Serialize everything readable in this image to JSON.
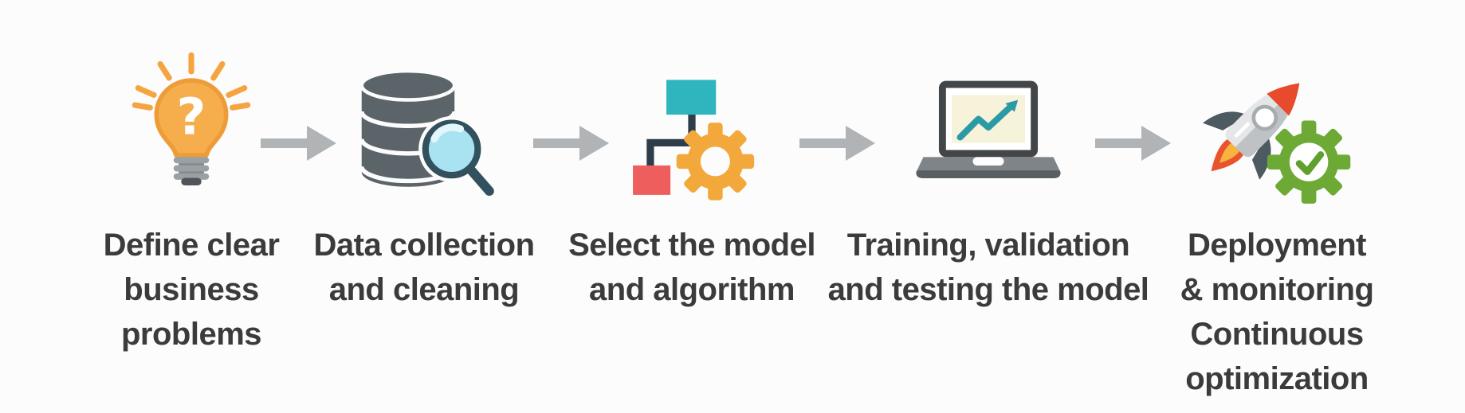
{
  "diagram_type": "process-flow",
  "background": "#fcfcfc",
  "text_color": "#3b3b3b",
  "steps": [
    {
      "icon": "lightbulb-question-icon",
      "label": "Define clear business problems",
      "lines": [
        "Define clear",
        "business",
        "problems"
      ]
    },
    {
      "icon": "database-search-icon",
      "label": "Data collection and cleaning",
      "lines": [
        "Data collection",
        "and cleaning"
      ]
    },
    {
      "icon": "flowchart-gear-icon",
      "label": "Select the model and algorithm",
      "lines": [
        "Select the model",
        "and algorithm"
      ]
    },
    {
      "icon": "laptop-chart-icon",
      "label": "Training, validation and testing the model",
      "lines": [
        "Training, validation",
        "and testing the model"
      ]
    },
    {
      "icon": "rocket-gear-check-icon",
      "label": "Deployment & monitoring Continuous optimization",
      "lines": [
        "Deployment",
        "& monitoring",
        "Continuous",
        "optimization"
      ]
    }
  ],
  "arrows": {
    "count": 4,
    "direction": "right",
    "color": "#b1b4b6"
  },
  "colors": {
    "bulb_fill": "#f6ae4d",
    "bulb_outline": "#ee9c38",
    "bulb_rays": "#f5a440",
    "bulb_base": "#9aa1a5",
    "bulb_cap": "#4f555a",
    "database_body": "#5b6468",
    "magnifier_ring": "#33505e",
    "magnifier_lens": "#a9e3f1",
    "flow_box_teal": "#2fb5bd",
    "flow_box_red": "#ee5e5c",
    "flow_connector": "#2e3d49",
    "gear_orange": "#f3a83b",
    "laptop_frame": "#424649",
    "laptop_screen": "#ffffff",
    "chart_background": "#f7f3da",
    "chart_line_teal": "#2a9aa5",
    "laptop_base": "#7f8488",
    "laptop_base_dark": "#595e62",
    "rocket_body": "#bec2c5",
    "rocket_body_light": "#e4e6e7",
    "rocket_nose": "#e74a2c",
    "rocket_fins": "#4d5a62",
    "flame_outer": "#e8542e",
    "flame_inner": "#f7b23f",
    "gear_green": "#6caa35",
    "check_green": "#61a02c"
  }
}
